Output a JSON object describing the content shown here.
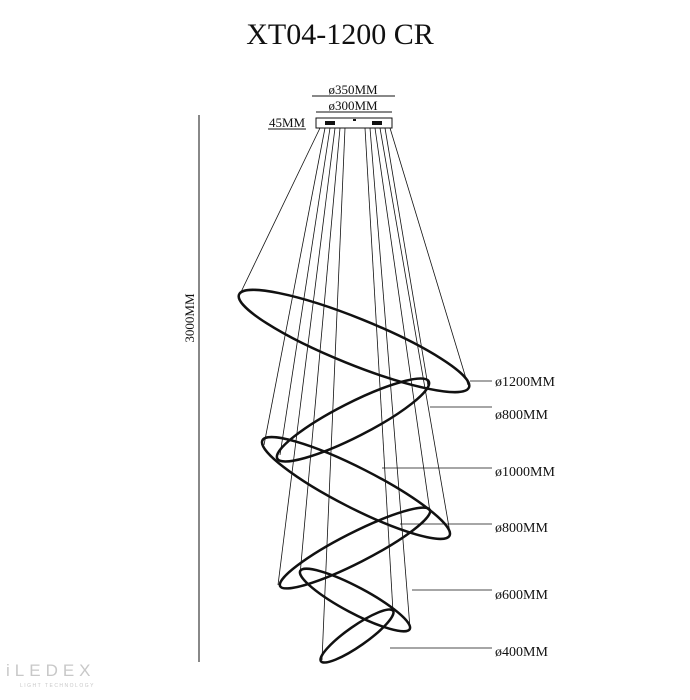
{
  "title": "XT04-1200 CR",
  "dimensions": {
    "canopy_outer": "ø350MM",
    "canopy_inner": "ø300MM",
    "canopy_height": "45MM",
    "total_height": "3000MM"
  },
  "rings": [
    {
      "label": "ø1200MM"
    },
    {
      "label": "ø800MM"
    },
    {
      "label": "ø1000MM"
    },
    {
      "label": "ø800MM"
    },
    {
      "label": "ø600MM"
    },
    {
      "label": "ø400MM"
    }
  ],
  "logo": {
    "name": "iLEDEX",
    "tagline": "LIGHT TECHNOLOGY"
  },
  "colors": {
    "line": "#111111",
    "logo": "#c8c8c8"
  }
}
